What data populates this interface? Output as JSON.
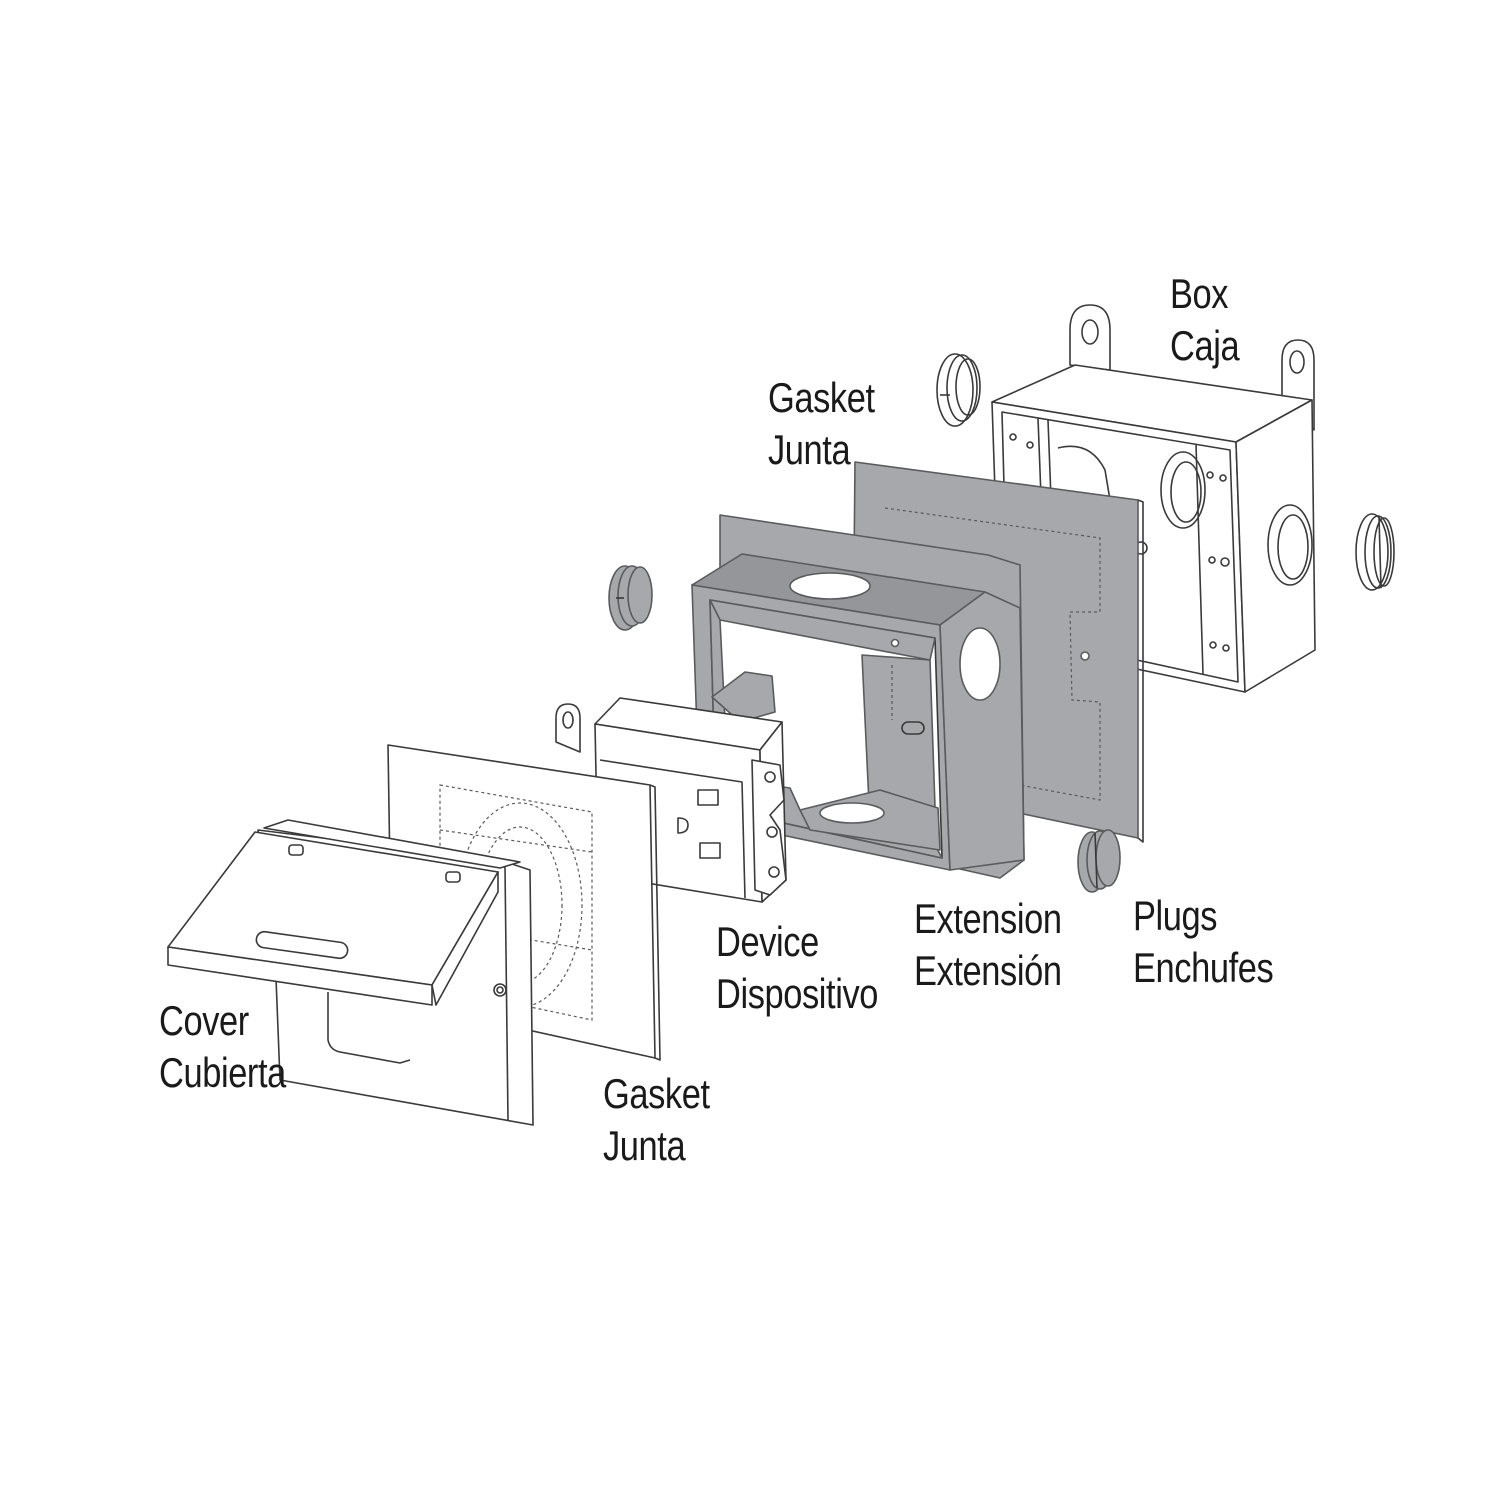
{
  "diagram": {
    "type": "exploded-assembly",
    "subject": "Weatherproof outlet box assembly",
    "colors": {
      "background": "#ffffff",
      "line": "#3a3a3a",
      "gray_part_fill": "#a6a8ab",
      "gray_part_edge": "#6e6f71",
      "white_part_fill": "#ffffff",
      "label_text": "#1a1a1a"
    },
    "parts": [
      {
        "id": "box",
        "label_en": "Box",
        "label_es": "Caja"
      },
      {
        "id": "gasket_rear",
        "label_en": "Gasket",
        "label_es": "Junta"
      },
      {
        "id": "extension",
        "label_en": "Extension",
        "label_es": "Extensión"
      },
      {
        "id": "plugs",
        "label_en": "Plugs",
        "label_es": "Enchufes"
      },
      {
        "id": "device",
        "label_en": "Device",
        "label_es": "Dispositivo"
      },
      {
        "id": "gasket_front",
        "label_en": "Gasket",
        "label_es": "Junta"
      },
      {
        "id": "cover",
        "label_en": "Cover",
        "label_es": "Cubierta"
      }
    ]
  }
}
